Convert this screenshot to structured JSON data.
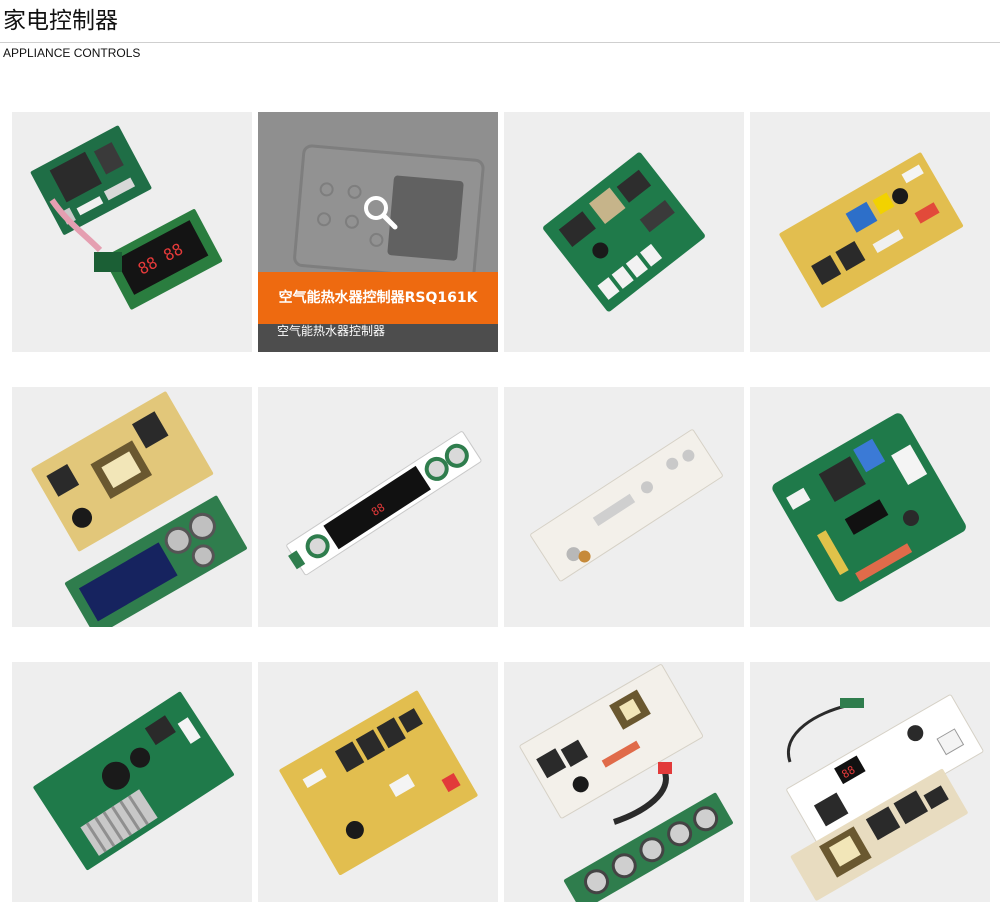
{
  "header": {
    "title": "家电控制器",
    "subtitle": "APPLIANCE CONTROLS"
  },
  "products": [
    {
      "name": "controller-board-display"
    },
    {
      "name": "air-heater-controller",
      "title": "空气能热水器控制器RSQ161K",
      "subtitle": "空气能热水器控制器",
      "hovered": true
    },
    {
      "name": "green-relay-board"
    },
    {
      "name": "yellow-power-board"
    },
    {
      "name": "yellow-board-with-lcd-knobs"
    },
    {
      "name": "long-green-touch-board"
    },
    {
      "name": "white-touch-strip-board"
    },
    {
      "name": "green-square-control-board"
    },
    {
      "name": "green-board-heatsink"
    },
    {
      "name": "yellow-relay-board"
    },
    {
      "name": "white-board-with-knob-strip"
    },
    {
      "name": "white-board-with-antenna"
    }
  ],
  "colors": {
    "tile_bg": "#eeeeee",
    "accent": "#ee6a10",
    "pcb_green": "#1f7a4a",
    "pcb_yellow": "#e2be4f",
    "pcb_white": "#f3f0ea"
  }
}
